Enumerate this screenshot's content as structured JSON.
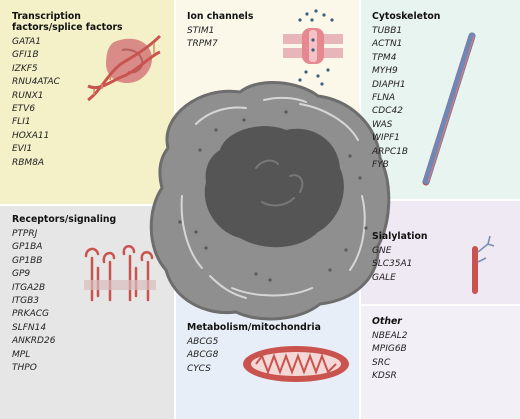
{
  "panels": {
    "transcription": {
      "title_line1": "Transcription",
      "title_line2": "factors/splice factors",
      "genes": [
        "GATA1",
        "GFI1B",
        "IZKF5",
        "RNU4ATAC",
        "RUNX1",
        "ETV6",
        "FLI1",
        "HOXA11",
        "EVI1",
        "RBM8A"
      ]
    },
    "ion_channels": {
      "title": "Ion channels",
      "genes": [
        "STIM1",
        "TRPM7"
      ]
    },
    "cytoskeleton": {
      "title": "Cytoskeleton",
      "genes": [
        "TUBB1",
        "ACTN1",
        "TPM4",
        "MYH9",
        "DIAPH1",
        "FLNA",
        "CDC42",
        "WAS",
        "WIPF1",
        "ARPC1B",
        "FYB"
      ]
    },
    "receptors": {
      "title": "Receptors/signaling",
      "genes": [
        "PTPRJ",
        "GP1BA",
        "GP1BB",
        "GP9",
        "ITGA2B",
        "ITGB3",
        "PRKACG",
        "SLFN14",
        "ANKRD26",
        "MPL",
        "THPO"
      ]
    },
    "sialylation": {
      "title": "Sialylation",
      "genes": [
        "GNE",
        "SLC35A1",
        "GALE"
      ]
    },
    "metabolism": {
      "title": "Metabolism/mitochondria",
      "genes": [
        "ABCG5",
        "ABCG8",
        "CYCS"
      ]
    },
    "other": {
      "title": "Other",
      "genes": [
        "NBEAL2",
        "MPIG6B",
        "SRC",
        "KDSR"
      ]
    }
  },
  "colors": {
    "transcription_bg": "#f4f0c8",
    "ion_bg": "#fbf8ea",
    "cytoskeleton_bg": "#e8f4ef",
    "receptors_bg": "#e6e6e6",
    "sialylation_bg": "#efe9f3",
    "metabolism_bg": "#e8eef7",
    "other_bg": "#f2eff7",
    "cell_fill": "#8f8f8f",
    "nucleus_fill": "#555555",
    "accent_red": "#c9544f"
  }
}
